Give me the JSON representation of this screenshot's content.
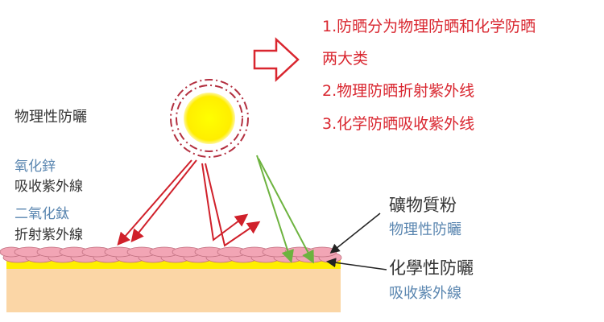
{
  "notes": {
    "line1": "1.防晒分为物理防晒和化学防晒",
    "line1b": "两大类",
    "line2": "2.物理防晒折射紫外线",
    "line3": "3.化学防晒吸收紫外线"
  },
  "left_labels": {
    "title": "物理性防曬",
    "zinc_oxide": "氧化鋅",
    "zinc_effect": "吸收紫外線",
    "titanium_dioxide": "二氧化鈦",
    "titanium_effect": "折射紫外線"
  },
  "right_labels": {
    "mineral_powder": "礦物質粉",
    "physical": "物理性防曬",
    "chemical": "化學性防曬",
    "chemical_effect": "吸收紫外線"
  },
  "colors": {
    "note_red": "#d9262f",
    "sun_yellow": "#ffee00",
    "ray_red": "#d0202a",
    "ray_green": "#6db33f",
    "skin_cells": "#f2a5b5",
    "chemical_layer": "#ffee00",
    "skin_base": "#fbd6a6",
    "label_blue": "#5a86b0"
  }
}
